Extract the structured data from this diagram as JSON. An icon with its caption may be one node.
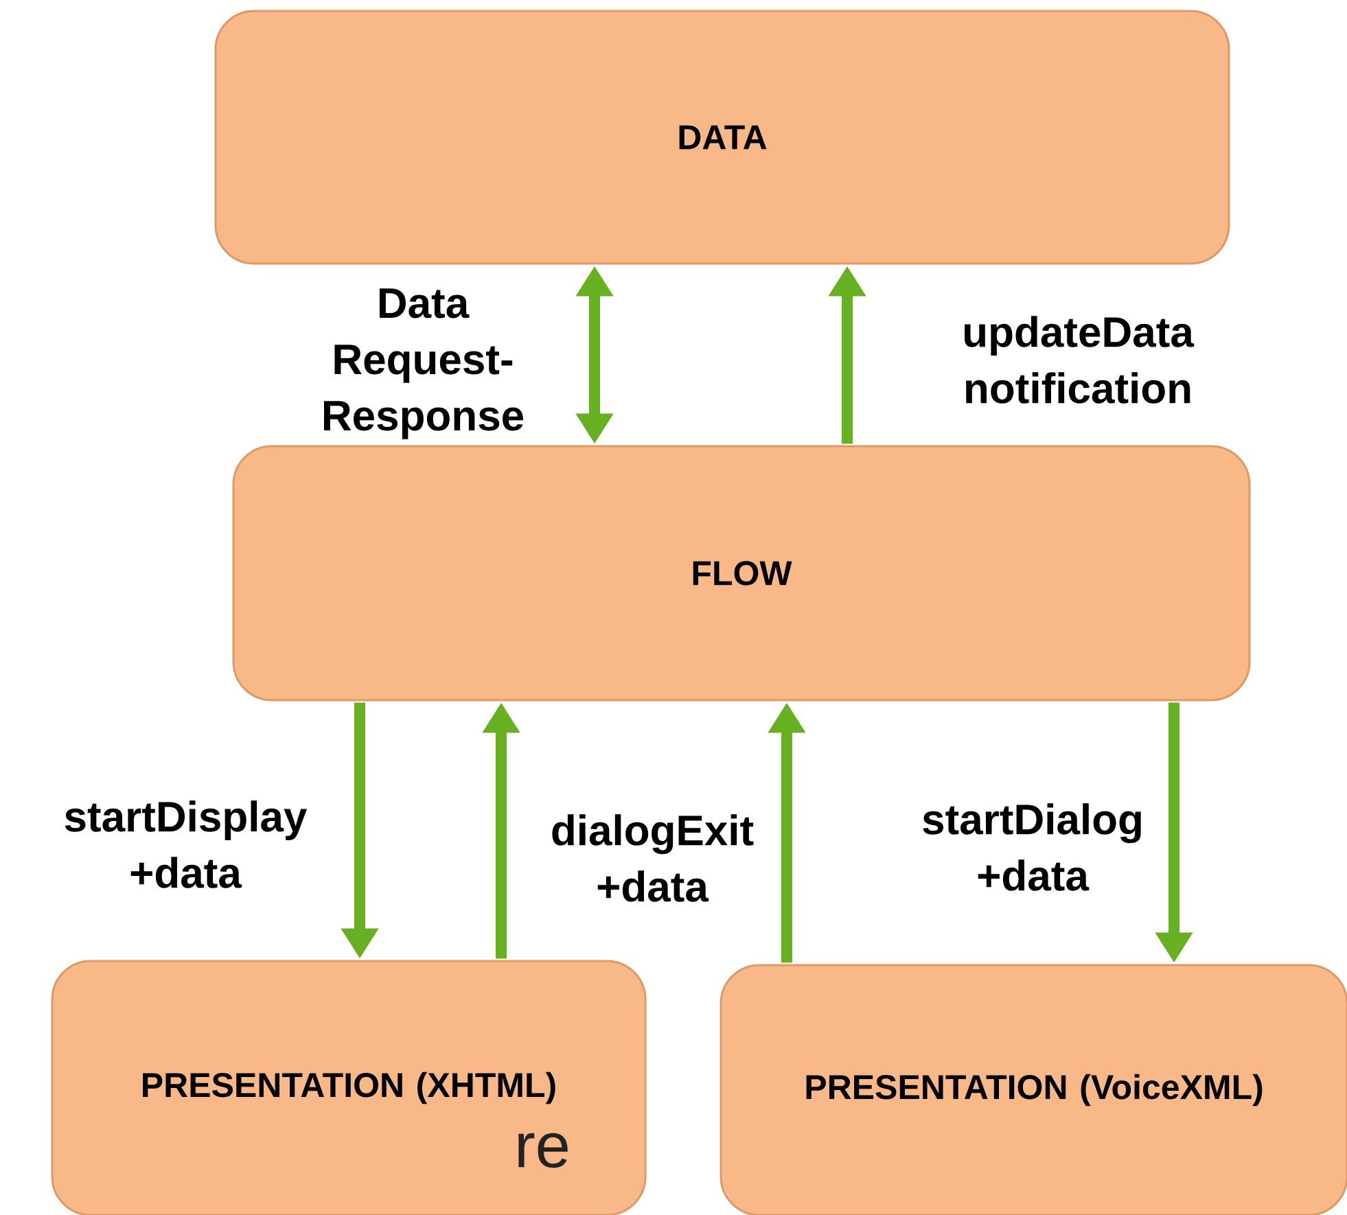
{
  "diagram": {
    "nodes": [
      {
        "text": [
          "DATA"
        ]
      },
      {
        "text": [
          "FLOW"
        ]
      },
      {
        "text": [
          "PRESENTATION (XHTML)"
        ]
      },
      {
        "text": [
          "PRESENTATION (VoiceXML)"
        ]
      }
    ],
    "edges": [
      {
        "from": 1,
        "to": 0,
        "arrow": "both",
        "label": "Data Request-Response"
      },
      {
        "from": 1,
        "to": 0,
        "arrow": "to",
        "label": "updateData notification"
      },
      {
        "from": 1,
        "to": 2,
        "arrow": "to",
        "label": "startDisplay +data"
      },
      {
        "from": 2,
        "to": 1,
        "arrow": "to",
        "label": "dialogExit +data"
      },
      {
        "from": 3,
        "to": 1,
        "arrow": "to"
      },
      {
        "from": 1,
        "to": 3,
        "arrow": "to",
        "label": "startDialog +data"
      }
    ],
    "labels": [
      "re"
    ]
  }
}
